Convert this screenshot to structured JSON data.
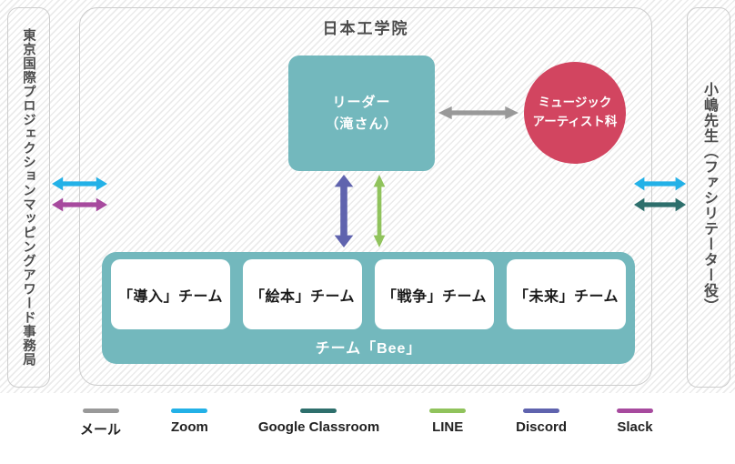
{
  "title": "日本工学院",
  "left_bar": {
    "label": "東京国際プロジェクションマッピングアワード事務局"
  },
  "right_bar": {
    "label": "小嶋先生（ファシリテーター役）"
  },
  "leader_box": {
    "line1": "リーダー",
    "line2": "（滝さん）"
  },
  "music_circle": {
    "line1": "ミュージック",
    "line2": "アーティスト科"
  },
  "team_container": {
    "label": "チーム「Bee」",
    "teams": [
      "「導入」チーム",
      "「絵本」チーム",
      "「戦争」チーム",
      "「未来」チーム"
    ]
  },
  "legend": {
    "items": [
      {
        "label": "メール",
        "color": "#999999"
      },
      {
        "label": "Zoom",
        "color": "#23b1e7"
      },
      {
        "label": "Google Classroom",
        "color": "#2e6f6c"
      },
      {
        "label": "LINE",
        "color": "#90c35c"
      },
      {
        "label": "Discord",
        "color": "#5f63ae"
      },
      {
        "label": "Slack",
        "color": "#a74a9e"
      }
    ]
  },
  "colors": {
    "mail": "#999999",
    "zoom": "#23b1e7",
    "google_classroom": "#2e6f6c",
    "line": "#90c35c",
    "discord": "#5f63ae",
    "slack": "#a74a9e",
    "teal": "#73b8bd",
    "pink": "#d24560"
  }
}
